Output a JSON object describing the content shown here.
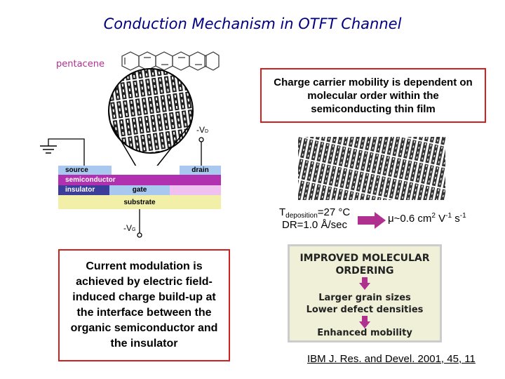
{
  "slide": {
    "title": "Conduction Mechanism in OTFT Channel"
  },
  "diagram": {
    "pentacene_label": "pentacene",
    "layers": {
      "source": "source",
      "semiconductor": "semiconductor",
      "insulator": "insulator",
      "gate": "gate",
      "drain": "drain",
      "substrate": "substrate"
    },
    "voltages": {
      "drain_main": "-V",
      "drain_sub": "D",
      "gate_main": "-V",
      "gate_sub": "G"
    }
  },
  "mobility_box": {
    "text": "Charge carrier mobility is dependent on molecular order within the semiconducting thin film"
  },
  "modulation_box": {
    "text": "Current modulation is achieved by electric field-induced charge build-up at the interface between the organic semiconductor and the insulator"
  },
  "deposition": {
    "t_label": "T",
    "t_sub": "deposition",
    "t_value": "=27 °C",
    "dr_text": "DR=1.0 Å/sec",
    "mu_text": "μ~0.6 cm",
    "mu_sup1": "2",
    "mu_mid": " V",
    "mu_sup2": "-1",
    "mu_end": " s",
    "mu_sup3": "-1"
  },
  "improved": {
    "title": "IMPROVED MOLECULAR ORDERING",
    "grain": "Larger grain sizes",
    "defect": "Lower defect densities",
    "enhanced": "Enhanced mobility"
  },
  "citation": "IBM J. Res. and Devel. 2001, 45, 11",
  "colors": {
    "title": "#000080",
    "box_border": "#d02020",
    "semiconductor": "#b030b0",
    "insulator": "#3c3c9a",
    "gate": "#a8c8f0",
    "substrate": "#f2f0a8",
    "arrow": "#b03090"
  }
}
